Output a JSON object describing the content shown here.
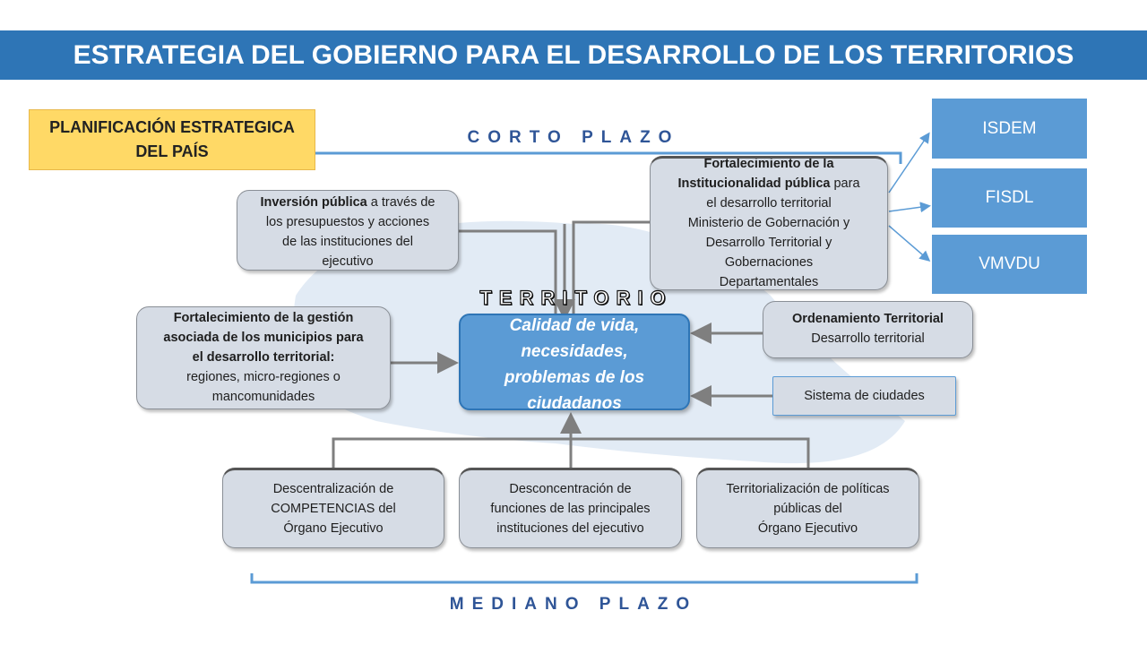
{
  "title": "ESTRATEGIA DEL GOBIERNO PARA EL DESARROLLO DE LOS TERRITORIOS",
  "planificacion": {
    "line1": "PLANIFICACIÓN ESTRATEGICA",
    "line2": "DEL PAÍS"
  },
  "corto_plazo": "CORTO PLAZO",
  "mediano_plazo": "MEDIANO PLAZO",
  "territorio": "TERRITORIO",
  "centro": {
    "l1": "Calidad de vida,",
    "l2": "necesidades,",
    "l3": "problemas de los",
    "l4": "ciudadanos"
  },
  "inversion": {
    "bold": "Inversión pública",
    "rest": " a través de",
    "l2": "los presupuestos y acciones",
    "l3": "de las instituciones del",
    "l4": "ejecutivo"
  },
  "fortalecimiento_inst": {
    "l1": "Fortalecimiento de la",
    "l2b": "Institucionalidad pública",
    "l2r": " para",
    "l3": "el desarrollo territorial",
    "l4": "Ministerio de Gobernación y",
    "l5": "Desarrollo Territorial y",
    "l6": "Gobernaciones",
    "l7": "Departamentales"
  },
  "gestion": {
    "l1": "Fortalecimiento de la gestión",
    "l2": "asociada de los municipios para",
    "l3": "el desarrollo territorial:",
    "l4": "regiones, micro-regiones o",
    "l5": "mancomunidades"
  },
  "ordenamiento": {
    "l1": "Ordenamiento Territorial",
    "l2": "Desarrollo territorial"
  },
  "sistema": "Sistema de ciudades",
  "instituciones": [
    "ISDEM",
    "FISDL",
    "VMVDU"
  ],
  "descentralizacion": {
    "l1": "Descentralización de",
    "l2": "COMPETENCIAS del",
    "l3": "Órgano  Ejecutivo"
  },
  "desconcentracion": {
    "l1": "Desconcentración de",
    "l2": "funciones de las principales",
    "l3": "instituciones del ejecutivo"
  },
  "territorializacion": {
    "l1": "Territorialización de  políticas",
    "l2": "públicas del",
    "l3": "Órgano Ejecutivo"
  },
  "colors": {
    "title_bg": "#2e75b6",
    "box_blue": "#5b9bd5",
    "box_gray": "#d6dce5",
    "plan_yellow": "#ffd966",
    "label_blue": "#2f5597"
  }
}
